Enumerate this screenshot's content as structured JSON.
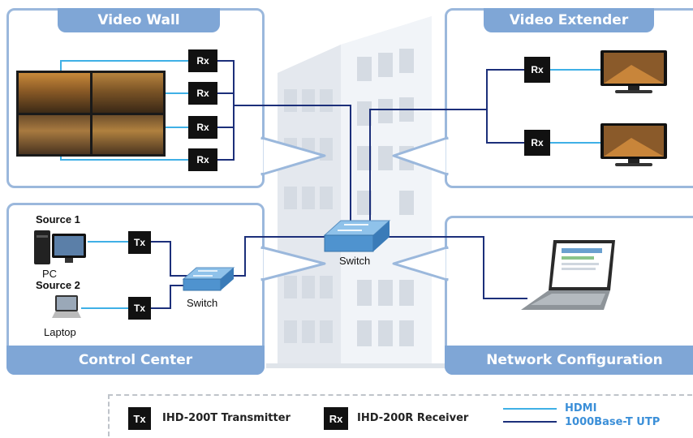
{
  "panels": {
    "video_wall": "Video Wall",
    "video_extender": "Video Extender",
    "control_center": "Control Center",
    "network_configuration": "Network Configuration"
  },
  "devices": {
    "rx": "Rx",
    "tx": "Tx",
    "switch_main": "Switch",
    "switch_local": "Switch",
    "source1": "Source 1",
    "source2": "Source 2",
    "pc": "PC",
    "laptop": "Laptop"
  },
  "legend": {
    "tx_box": "Tx",
    "tx_label": "IHD-200T Transmitter",
    "rx_box": "Rx",
    "rx_label": "IHD-200R Receiver",
    "hdmi": "HDMI",
    "utp": "1000Base-T UTP"
  },
  "colors": {
    "panel_border": "#9bb8dc",
    "panel_title_bg": "#7fa6d6",
    "hdmi_line": "#3fb0e6",
    "utp_line": "#1c2f7a",
    "box_fill": "#111111",
    "legend_blue": "#3b8fd8"
  }
}
